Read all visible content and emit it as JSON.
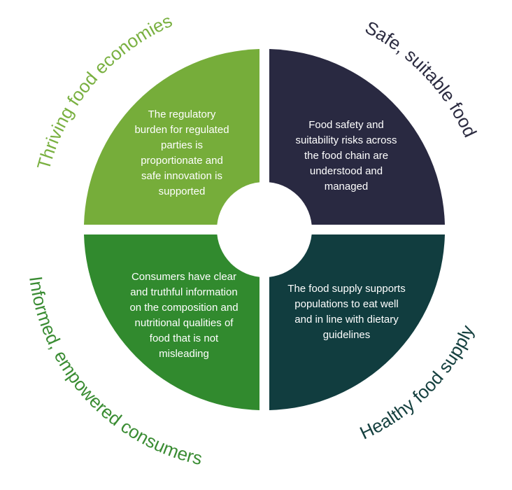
{
  "quadrants": [
    {
      "key": "thriving",
      "title": "Thriving food economies",
      "text": "The regulatory\nburden for regulated\nparties is\nproportionate and\nsafe innovation is\nsupported",
      "fill": "#76ad3a",
      "title_color": "#79b040"
    },
    {
      "key": "safe",
      "title": "Safe, suitable food",
      "text": "Food safety and\nsuitability risks across\nthe food chain are\nunderstood and\nmanaged",
      "fill": "#292941",
      "title_color": "#2b2b40"
    },
    {
      "key": "informed",
      "title": "Informed, empowered consumers",
      "text": "Consumers have clear\nand truthful information\non the composition and\nnutritional qualities of\nfood that is not\nmisleading",
      "fill": "#318a2e",
      "title_color": "#3a8c33"
    },
    {
      "key": "healthy",
      "title": "Healthy food supply",
      "text": "The food supply supports\npopulations to eat well\nand in line with dietary\nguidelines",
      "fill": "#113d3f",
      "title_color": "#15403f"
    }
  ]
}
